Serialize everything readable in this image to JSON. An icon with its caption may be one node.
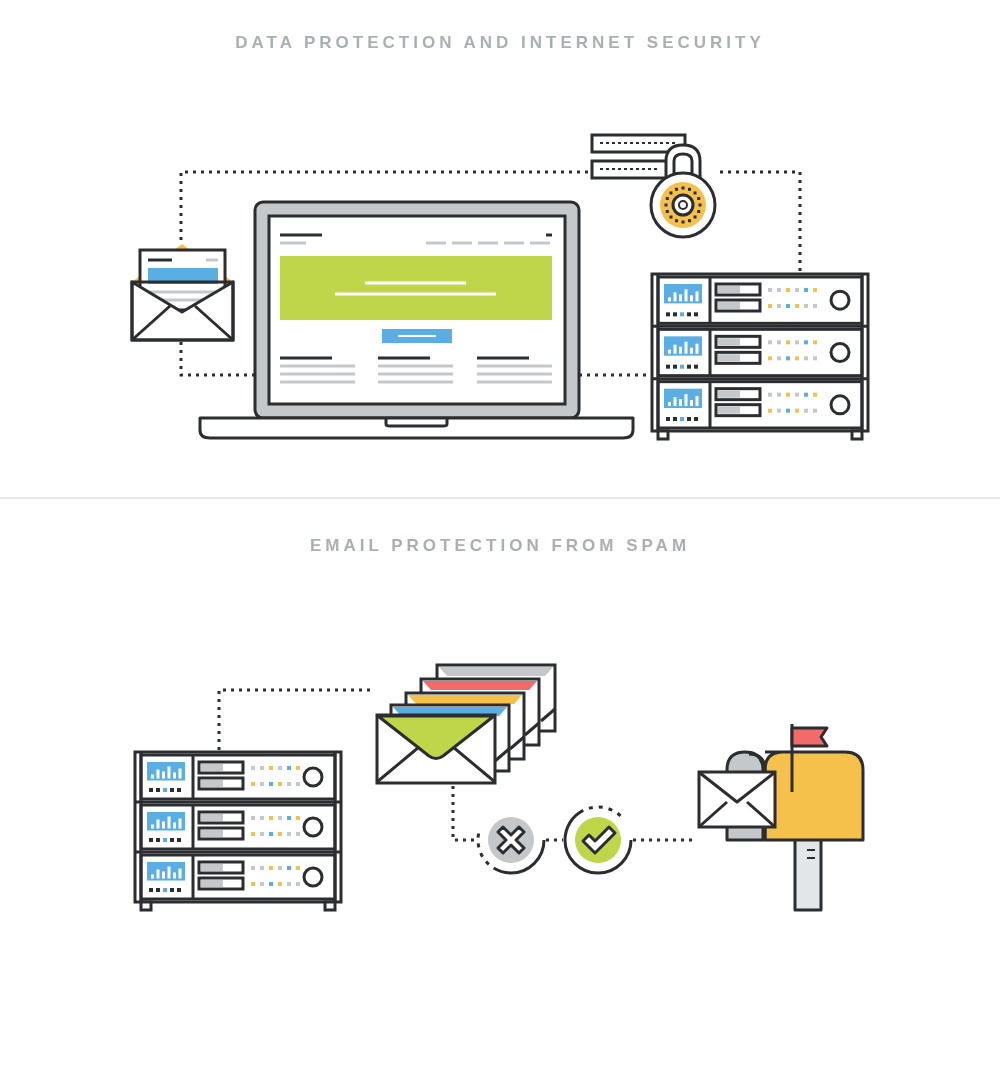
{
  "diagram": {
    "title": "DATA PROTECTION AND INTERNET SECURITY",
    "nodes": [
      {
        "text": [],
        "shape": "picture"
      },
      {
        "text": [],
        "shape": "picture"
      },
      {
        "text": [],
        "shape": "picture"
      },
      {
        "text": [],
        "shape": "picture"
      },
      {
        "text": [],
        "shape": "picture"
      },
      {
        "text": [],
        "shape": "picture"
      },
      {
        "text": [],
        "shape": "picture"
      },
      {
        "text": [],
        "shape": "picture"
      },
      {
        "text": [],
        "shape": "picture"
      }
    ],
    "edges": [
      {
        "from": 0,
        "to": 2,
        "arrow": "none"
      },
      {
        "from": 0,
        "to": 1,
        "arrow": "none"
      },
      {
        "from": 2,
        "to": 3,
        "arrow": "none"
      },
      {
        "from": 1,
        "to": 3,
        "arrow": "none"
      },
      {
        "from": 4,
        "to": 5,
        "arrow": "none"
      },
      {
        "from": 5,
        "to": 6,
        "arrow": "none"
      },
      {
        "from": 6,
        "to": 7,
        "arrow": "none"
      },
      {
        "from": 7,
        "to": 8,
        "arrow": "none"
      }
    ],
    "labels": [
      "EMAIL PROTECTION FROM SPAM"
    ]
  }
}
